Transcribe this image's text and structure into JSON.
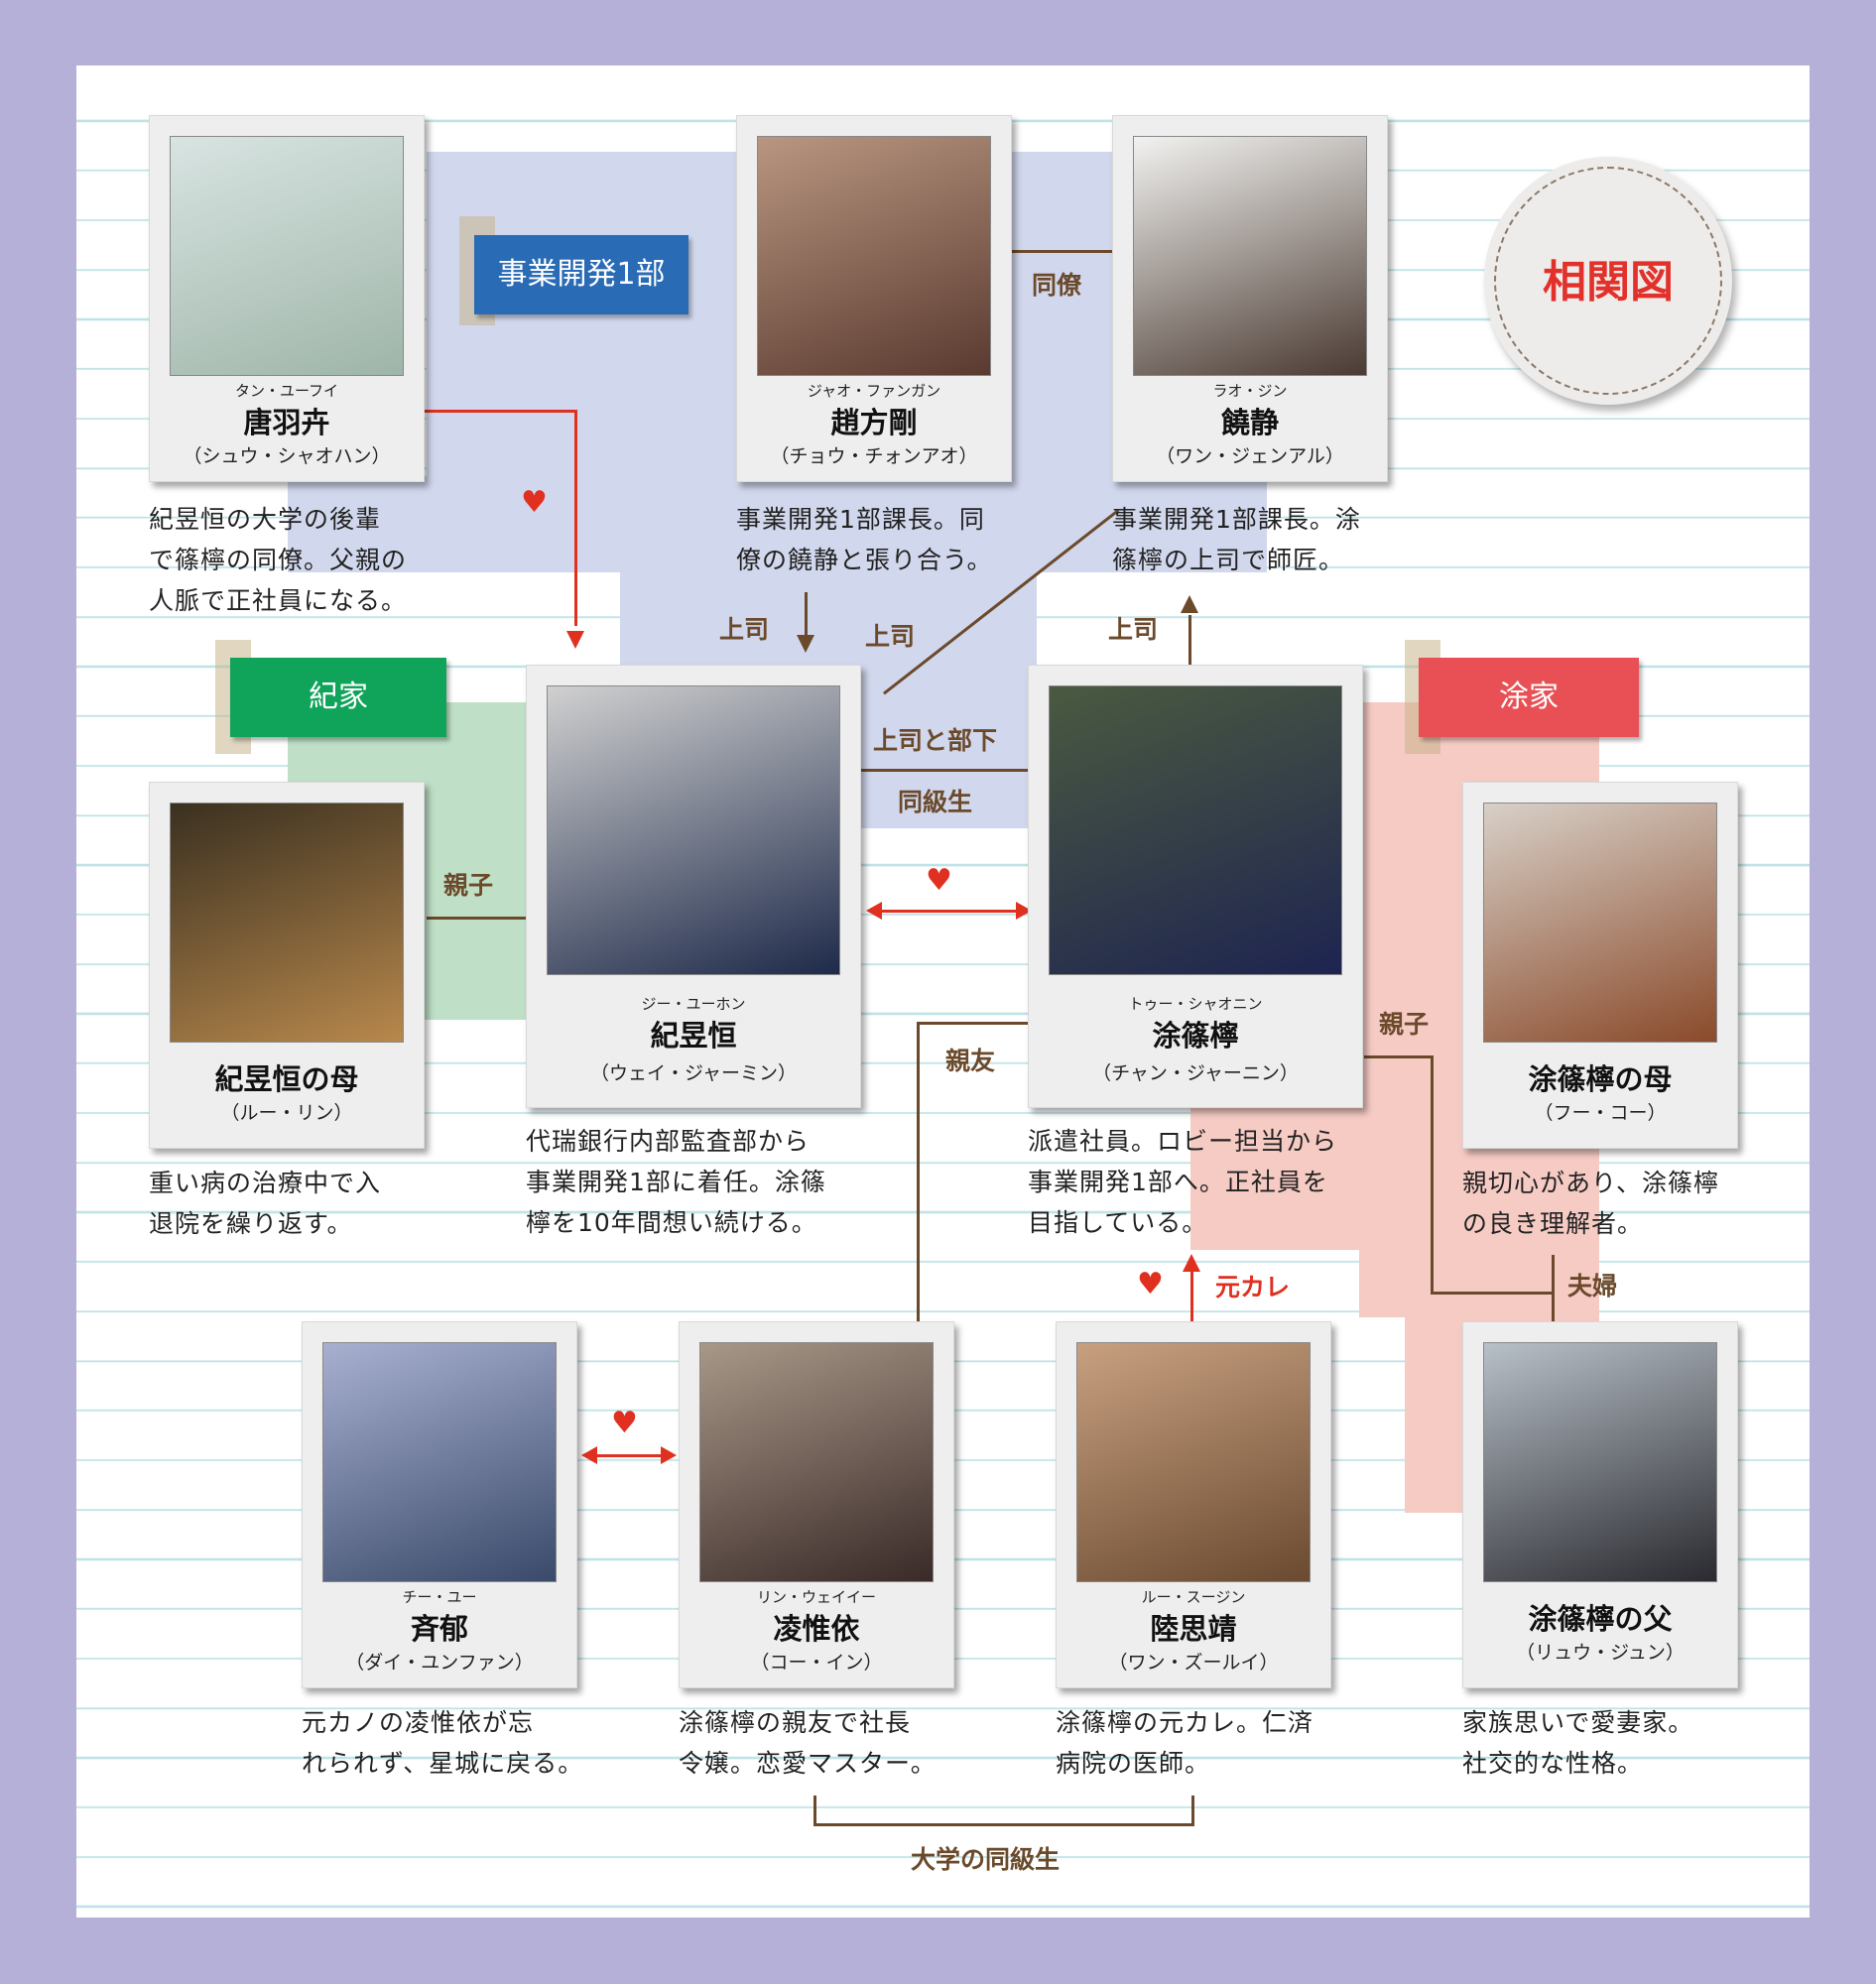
{
  "title": "相関図",
  "groups": {
    "dept1": {
      "label": "事業開発1部",
      "color": "#2a6bb5",
      "zone_color": "#d1d7ec"
    },
    "ji_family": {
      "label": "紀家",
      "color": "#10a45a",
      "zone_color": "#bfe0c6"
    },
    "tu_family": {
      "label": "涂家",
      "color": "#e85055",
      "zone_color": "#f6cbc4"
    }
  },
  "characters": {
    "tang": {
      "ruby": "タン・ユーフイ",
      "name": "唐羽卉",
      "actor": "（シュウ・シャオハン）",
      "desc": [
        "紀昱恒の大学の後輩",
        "で篠檸の同僚。父親の",
        "人脈で正社員になる。"
      ]
    },
    "zhao": {
      "ruby": "ジャオ・ファンガン",
      "name": "趙方剛",
      "actor": "（チョウ・チォンアオ）",
      "desc": [
        "事業開発1部課長。同",
        "僚の饒静と張り合う。"
      ]
    },
    "rao": {
      "ruby": "ラオ・ジン",
      "name": "饒静",
      "actor": "（ワン・ジェンアル）",
      "desc": [
        "事業開発1部課長。涂",
        "篠檸の上司で師匠。"
      ]
    },
    "ji_mother": {
      "ruby": "",
      "name": "紀昱恒の母",
      "actor": "（ルー・リン）",
      "desc": [
        "重い病の治療中で入",
        "退院を繰り返す。"
      ]
    },
    "ji": {
      "ruby": "ジー・ユーホン",
      "name": "紀昱恒",
      "actor": "（ウェイ・ジャーミン）",
      "desc": [
        "代瑞銀行内部監査部から",
        "事業開発1部に着任。涂篠",
        "檸を10年間想い続ける。"
      ]
    },
    "tu": {
      "ruby": "トゥー・シャオニン",
      "name": "涂篠檸",
      "actor": "（チャン・ジャーニン）",
      "desc": [
        "派遣社員。ロビー担当から",
        "事業開発1部へ。正社員を",
        "目指している。"
      ]
    },
    "tu_mother": {
      "ruby": "",
      "name": "涂篠檸の母",
      "actor": "（フー・コー）",
      "desc": [
        "親切心があり、涂篠檸",
        "の良き理解者。"
      ]
    },
    "qi": {
      "ruby": "チー・ユー",
      "name": "斉郁",
      "actor": "（ダイ・ユンファン）",
      "desc": [
        "元カノの凌惟依が忘",
        "れられず、星城に戻る。"
      ]
    },
    "ling": {
      "ruby": "リン・ウェイイー",
      "name": "凌惟依",
      "actor": "（コー・イン）",
      "desc": [
        "涂篠檸の親友で社長",
        "令嬢。恋愛マスター。"
      ]
    },
    "lu": {
      "ruby": "ルー・スージン",
      "name": "陸思靖",
      "actor": "（ワン・ズールイ）",
      "desc": [
        "涂篠檸の元カレ。仁済",
        "病院の医師。"
      ]
    },
    "tu_father": {
      "ruby": "",
      "name": "涂篠檸の父",
      "actor": "（リュウ・ジュン）",
      "desc": [
        "家族思いで愛妻家。",
        "社交的な性格。"
      ]
    }
  },
  "relations": {
    "colleague": "同僚",
    "boss_left": "上司",
    "boss_mid": "上司",
    "boss_right": "上司",
    "boss_sub": "上司と部下",
    "classmate": "同級生",
    "ji_parent": "親子",
    "tu_parent": "親子",
    "best_friend": "親友",
    "ex_boyfriend": "元カレ",
    "couple": "夫婦",
    "univ_classmates": "大学の同級生"
  },
  "icons": {
    "heart": "♥"
  },
  "colors": {
    "background": "#b4b0d8",
    "relation_line": "#6b4a2c",
    "love_line": "#e03020",
    "title_red": "#e2312a"
  }
}
